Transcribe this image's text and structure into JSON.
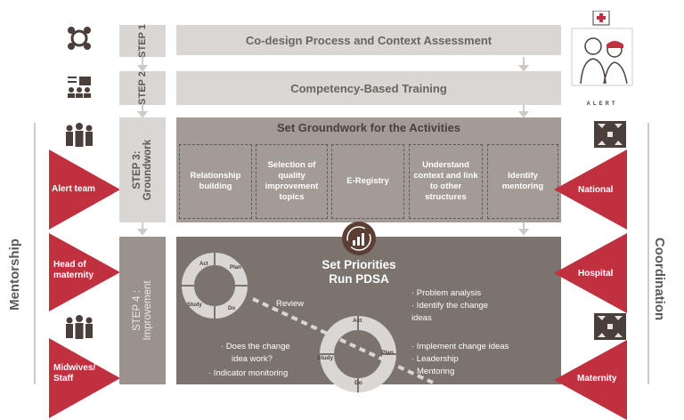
{
  "steps": {
    "step1": {
      "tab": "STEP 1",
      "title": "Co-design Process and Context Assessment"
    },
    "step2": {
      "tab": "STEP 2",
      "title": "Competency-Based Training"
    },
    "step3": {
      "tab_line1": "STEP 3:",
      "tab_line2": "Groundwork",
      "title": "Set Groundwork for the Activities",
      "boxes": [
        "Relationship building",
        "Selection of quality improvement topics",
        "E-Registry",
        "Understand context and link to other structures",
        "Identify mentoring"
      ]
    },
    "step4": {
      "tab_line1": "STEP 4 :",
      "tab_line2": "Improvement",
      "title_line1": "Set Priorities",
      "title_line2": "Run PDSA",
      "review": "Review",
      "cycle": {
        "act": "Act",
        "plan": "Plan",
        "study": "Study",
        "do": "Do"
      },
      "right_list_1": [
        "· Problem analysis",
        "· Identify the change",
        "ideas"
      ],
      "right_list_2": [
        "· Implement change ideas",
        "· Leadership",
        "Mentoring"
      ],
      "left_list": [
        "· Does the change",
        "idea work?",
        "· Indicator monitoring"
      ]
    }
  },
  "left": {
    "side_label": "Mentorship",
    "triangles": [
      [
        "Alert team"
      ],
      [
        "Head of",
        "maternity"
      ],
      [
        "Midwives/",
        "Staff"
      ]
    ]
  },
  "right": {
    "side_label": "Coordination",
    "triangles": [
      "National",
      "Hospital",
      "Maternity"
    ],
    "logo_text": "ALERT"
  },
  "colors": {
    "accent": "#c0303f",
    "tab_gray": "#d9d6d3",
    "panel_gray": "#7a736e",
    "dark": "#4a3f3a"
  }
}
